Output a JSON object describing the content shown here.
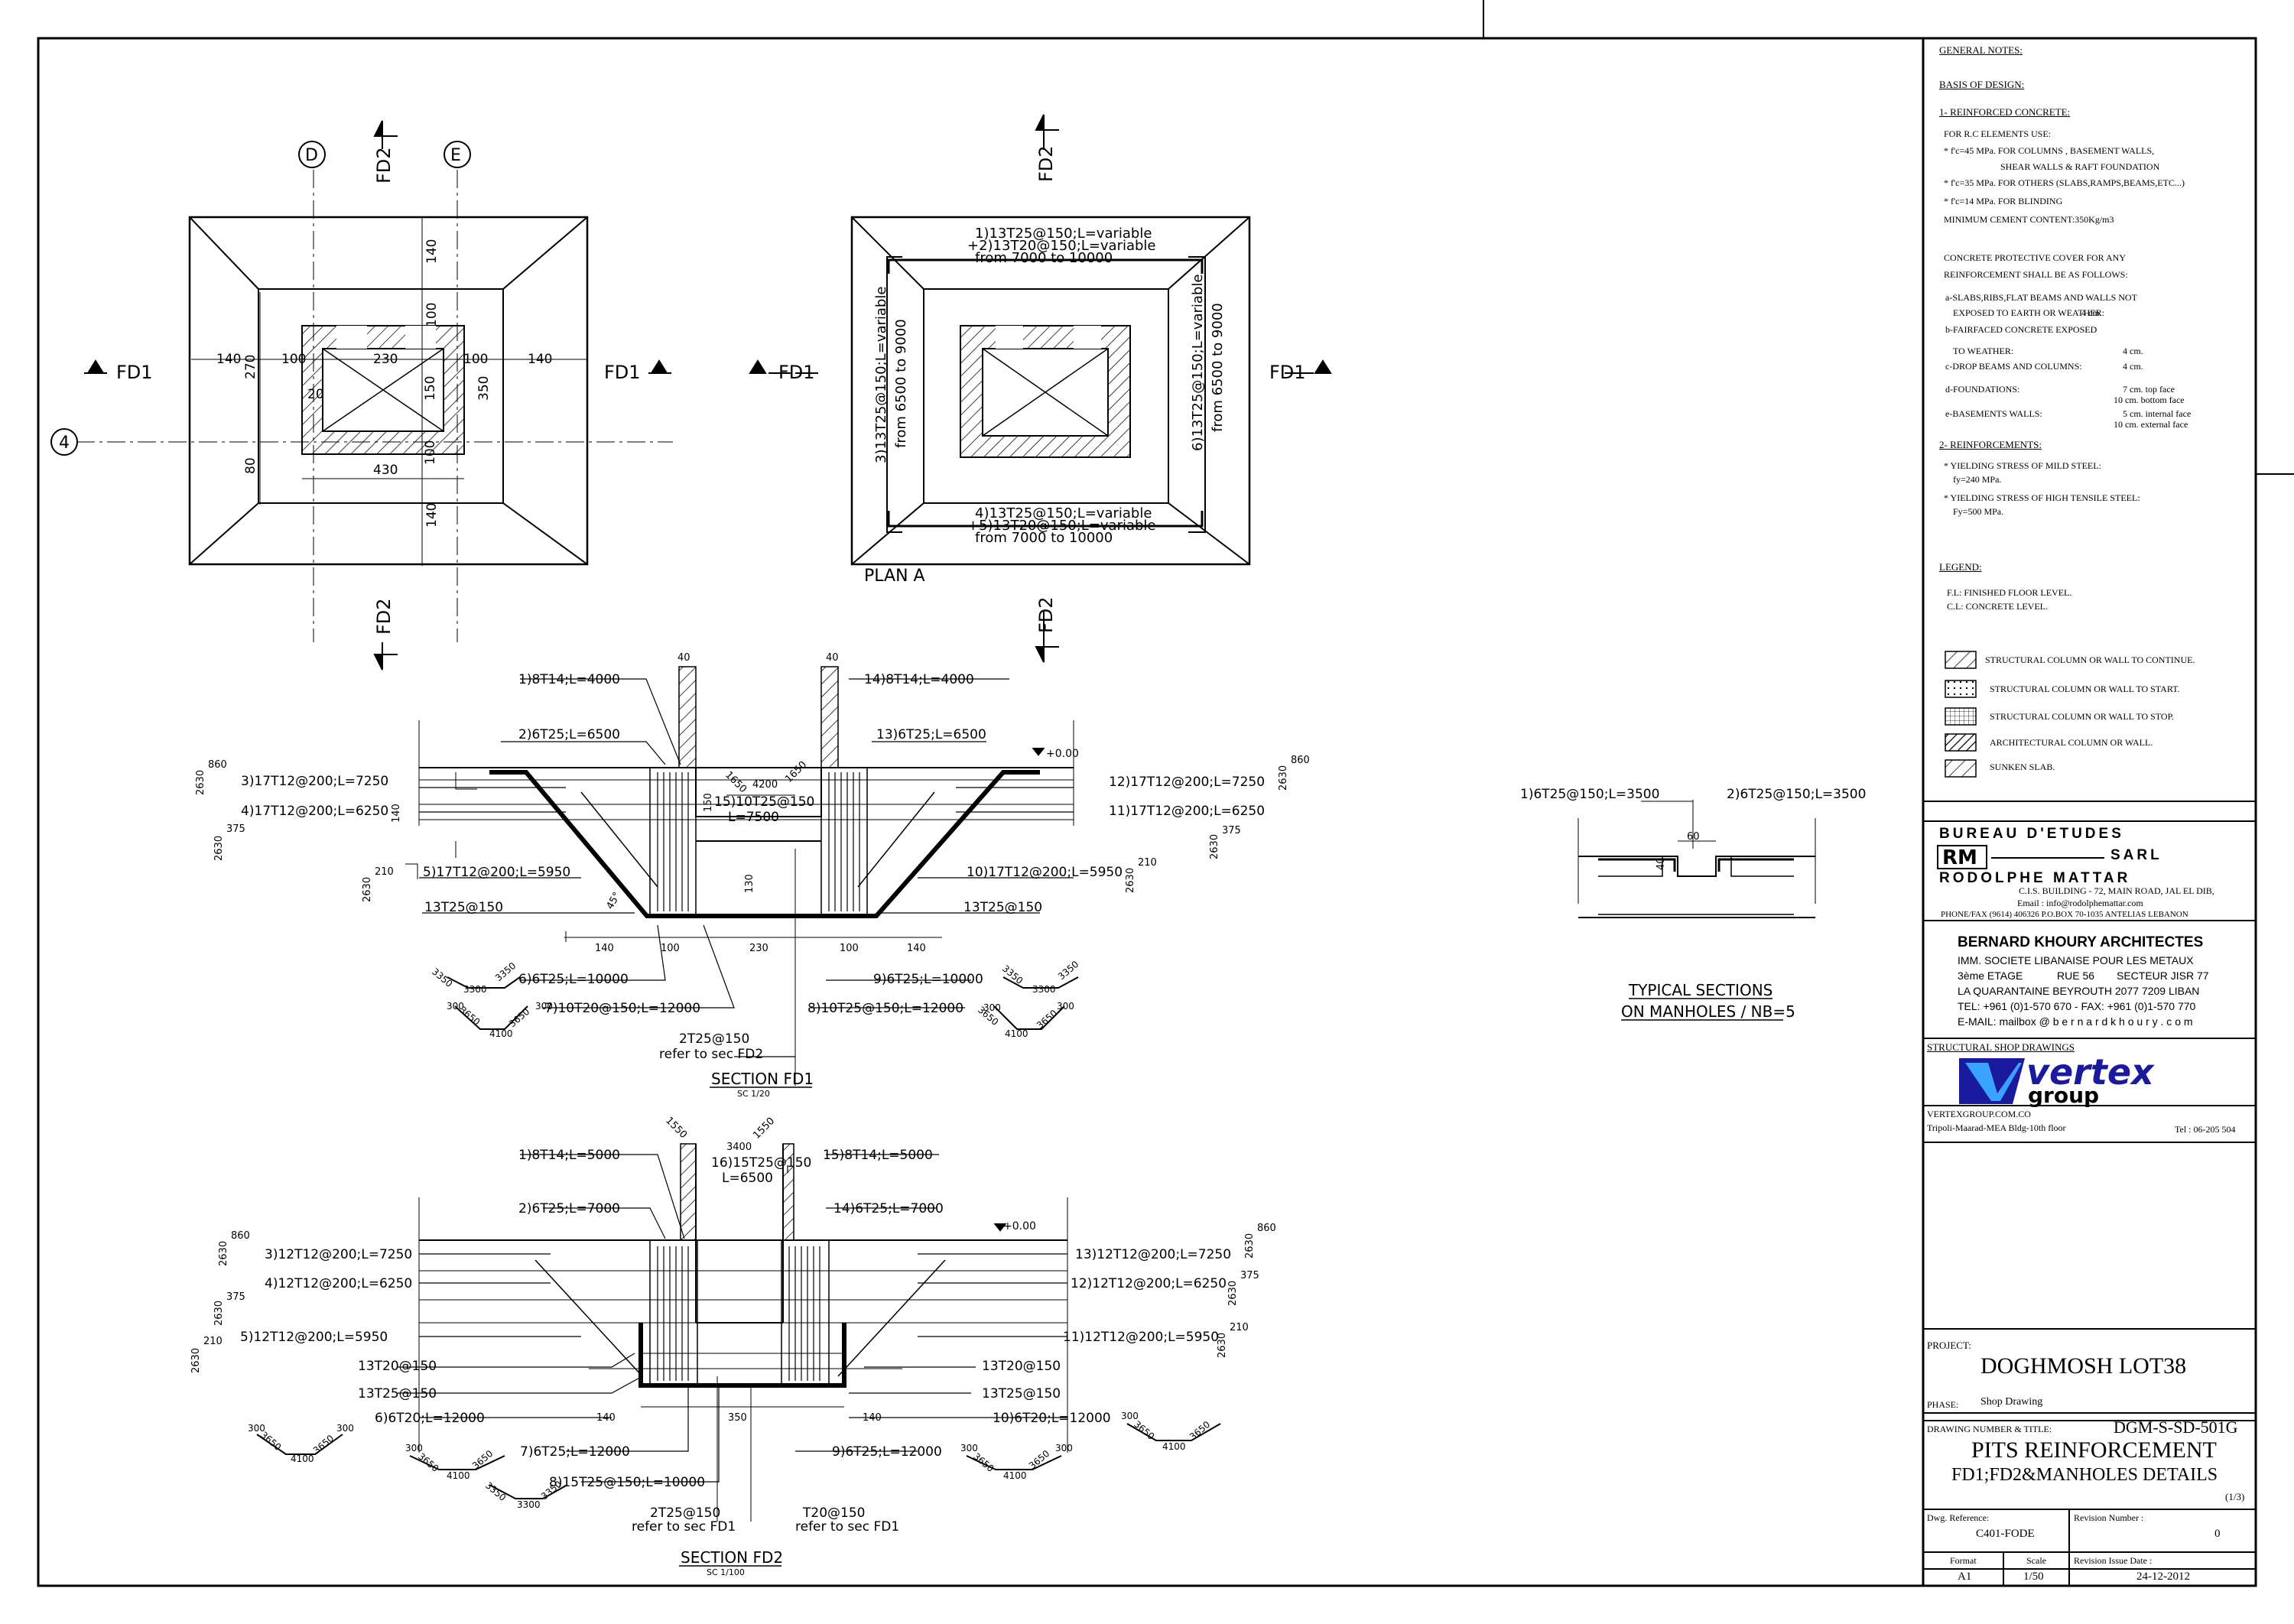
{
  "plan_left": {
    "grid_d": "D",
    "grid_e": "E",
    "grid_4": "4",
    "cut_fd2": "FD2",
    "cut_fd1": "FD1",
    "dims": {
      "d140_top": "140",
      "d100_top": "100",
      "d140_left": "140",
      "d100_left": "100",
      "d230": "230",
      "d100_right": "100",
      "d140_right": "140",
      "d270": "270",
      "d20": "20",
      "d150": "150",
      "d350": "350",
      "d80": "80",
      "d430": "430",
      "d100_bot": "100",
      "d140_bot": "140"
    }
  },
  "plan_a": {
    "title": "PLAN A",
    "top1": "1)13T25@150;L=variable",
    "top2": "+2)13T20@150;L=variable",
    "top3": "from 7000 to 10000",
    "bot1": "4)13T25@150;L=variable",
    "bot2": "+5)13T20@150;L=variable",
    "bot3": "from 7000 to 10000",
    "left1": "3)13T25@150;L=variable",
    "left2": "from 6500 to 9000",
    "right1": "6)13T25@150;L=variable",
    "right2": "from 6500 to 9000"
  },
  "section_fd1": {
    "title": "SECTION FD1",
    "scale": "SC 1/20",
    "elev": "+0.00",
    "labels": [
      "1)8T14;L=4000",
      "2)6T25;L=6500",
      "3)17T12@200;L=7250",
      "4)17T12@200;L=6250",
      "5)17T12@200;L=5950",
      "13T25@150",
      "6)6T25;L=10000",
      "7)10T20@150;L=12000",
      "2T25@150",
      "refer to sec FD2",
      "8)10T25@150;L=12000",
      "9)6T25;L=10000",
      "13T25@150",
      "10)17T12@200;L=5950",
      "11)17T12@200;L=6250",
      "12)17T12@200;L=7250",
      "13)6T25;L=6500",
      "14)8T14;L=4000",
      "15)10T25@150",
      "L=7500"
    ],
    "dims": [
      "40",
      "40",
      "1650",
      "4200",
      "1650",
      "140",
      "150",
      "130",
      "45°",
      "140",
      "100",
      "230",
      "100",
      "140",
      "860",
      "2630",
      "375",
      "2630",
      "210",
      "2630",
      "860",
      "2630",
      "375",
      "2630",
      "210",
      "2630",
      "3300",
      "3350",
      "3350",
      "4100",
      "3650",
      "3650",
      "300",
      "300",
      "3300",
      "3350",
      "3350",
      "4100",
      "3650",
      "3650",
      "300",
      "300"
    ]
  },
  "section_fd2": {
    "title": "SECTION FD2",
    "scale": "SC 1/100",
    "elev": "+0.00",
    "labels": [
      "1)8T14;L=5000",
      "2)6T25;L=7000",
      "3)12T12@200;L=7250",
      "4)12T12@200;L=6250",
      "5)12T12@200;L=5950",
      "13T20@150",
      "13T25@150",
      "6)6T20;L=12000",
      "7)6T25;L=12000",
      "8)15T25@150;L=10000",
      "2T25@150",
      "refer to sec FD1",
      "T20@150",
      "refer to sec FD1",
      "9)6T25;L=12000",
      "10)6T20;L=12000",
      "13T25@150",
      "13T20@150",
      "11)12T12@200;L=5950",
      "12)12T12@200;L=6250",
      "13)12T12@200;L=7250",
      "14)6T25;L=7000",
      "15)8T14;L=5000",
      "16)15T25@150",
      "L=6500"
    ],
    "dims": [
      "1550",
      "3400",
      "1550",
      "140",
      "350",
      "140",
      "860",
      "2630",
      "375",
      "2630",
      "210",
      "2630",
      "860",
      "2630",
      "375",
      "2630",
      "210",
      "2630",
      "300",
      "3650",
      "4100",
      "3650",
      "300",
      "300",
      "3650",
      "4100",
      "3650",
      "3350",
      "3300",
      "3350",
      "300",
      "3650",
      "4100",
      "3650",
      "300",
      "300",
      "3650",
      "4100",
      "3650"
    ]
  },
  "typical": {
    "title1": "TYPICAL SECTIONS",
    "title2": "ON MANHOLES / NB=5",
    "label_l": "1)6T25@150;L=3500",
    "label_r": "2)6T25@150;L=3500",
    "d60": "60",
    "d40": "40"
  },
  "notes": {
    "general": "GENERAL NOTES:",
    "basis": "BASIS OF DESIGN:",
    "rc": "1- REINFORCED CONCRETE:",
    "rc_lines": [
      "FOR  R.C  ELEMENTS USE:",
      "* f'c=45 MPa. FOR COLUMNS , BASEMENT WALLS,",
      "SHEAR WALLS & RAFT FOUNDATION",
      "* f'c=35 MPa. FOR OTHERS (SLABS,RAMPS,BEAMS,ETC...)",
      "* f'c=14 MPa. FOR BLINDING",
      "MINIMUM CEMENT CONTENT:350Kg/m3"
    ],
    "cover": [
      "CONCRETE PROTECTIVE COVER FOR ANY",
      "REINFORCEMENT SHALL BE AS FOLLOWS:"
    ],
    "cover_items": [
      {
        "label": "a-SLABS,RIBS,FLAT BEAMS AND WALLS NOT",
        "value": ""
      },
      {
        "label": "EXPOSED TO EARTH OR WEATHER:",
        "value": "4 cm."
      },
      {
        "label": "b-FAIRFACED CONCRETE EXPOSED",
        "value": ""
      },
      {
        "label": "TO WEATHER:",
        "value": "4 cm."
      },
      {
        "label": "c-DROP BEAMS AND COLUMNS:",
        "value": "4 cm."
      },
      {
        "label": "d-FOUNDATIONS:",
        "value": "7 cm. top face"
      },
      {
        "label": "",
        "value": "10 cm. bottom face"
      },
      {
        "label": "e-BASEMENTS WALLS:",
        "value": "5 cm. internal face"
      },
      {
        "label": "",
        "value": "10 cm. external face"
      }
    ],
    "reinf": "2- REINFORCEMENTS:",
    "reinf_lines": [
      "* YIELDING STRESS OF MILD STEEL:",
      "fy=240 MPa.",
      "* YIELDING STRESS OF HIGH TENSILE STEEL:",
      "Fy=500 MPa."
    ],
    "legend": "LEGEND:",
    "legend_lines": [
      "F.L: FINISHED FLOOR LEVEL.",
      "C.L: CONCRETE LEVEL."
    ],
    "legend_items": [
      "STRUCTURAL COLUMN OR WALL TO CONTINUE.",
      "STRUCTURAL COLUMN OR WALL TO START.",
      "STRUCTURAL COLUMN OR WALL TO STOP.",
      "ARCHITECTURAL COLUMN OR WALL.",
      "SUNKEN SLAB."
    ]
  },
  "bureau": {
    "line1": "BUREAU  D'ETUDES",
    "logo": "RM",
    "sarl": "SARL",
    "name": "RODOLPHE MATTAR",
    "addr1": "C.I.S. BUILDING - 72, MAIN ROAD, JAL EL DIB,",
    "addr2": "Email : info@rodolphemattar.com",
    "addr3": "PHONE/FAX (9614) 406326 P.O.BOX 70-1035 ANTELIAS LEBANON"
  },
  "architect": {
    "name": "BERNARD KHOURY ARCHITECTES",
    "l1": "IMM.   SOCIETE LIBANAISE POUR LES METAUX",
    "l2a": "3ème ETAGE",
    "l2b": "RUE 56",
    "l2c": "SECTEUR JISR 77",
    "l3": "LA QUARANTAINE BEYROUTH 2077 7209 LIBAN",
    "l4": "TEL: +961 (0)1-570 670  -  FAX: +961 (0)1-570 770",
    "l5": "E-MAIL:   mailbox @ b e r n a r d k h o u r y . c o m"
  },
  "shop": {
    "heading": "STRUCTURAL SHOP DRAWINGS",
    "logo_word": "vertex",
    "logo_sub": "group",
    "web": "VERTEXGROUP.COM.CO",
    "addr": "Tripoli-Maarad-MEA Bldg-10th floor",
    "tel": "Tel : 06-205 504"
  },
  "titleblock": {
    "project_label": "PROJECT:",
    "project": "DOGHMOSH LOT38",
    "phase_label": "PHASE:",
    "phase": "Shop Drawing",
    "drawing_label": "DRAWING NUMBER & TITLE:",
    "drawing_no": "DGM-S-SD-501G",
    "title1": "PITS REINFORCEMENT",
    "title2": "FD1;FD2&MANHOLES DETAILS",
    "sheet": "(1/3)",
    "dwg_ref_label": "Dwg. Reference:",
    "dwg_ref": "C401-FODE",
    "rev_label": "Revision Number :",
    "rev": "0",
    "format_label": "Format",
    "format": "A1",
    "scale_label": "Scale",
    "scale": "1/50",
    "date_label": "Revision Issue Date :",
    "date": "24-12-2012"
  }
}
